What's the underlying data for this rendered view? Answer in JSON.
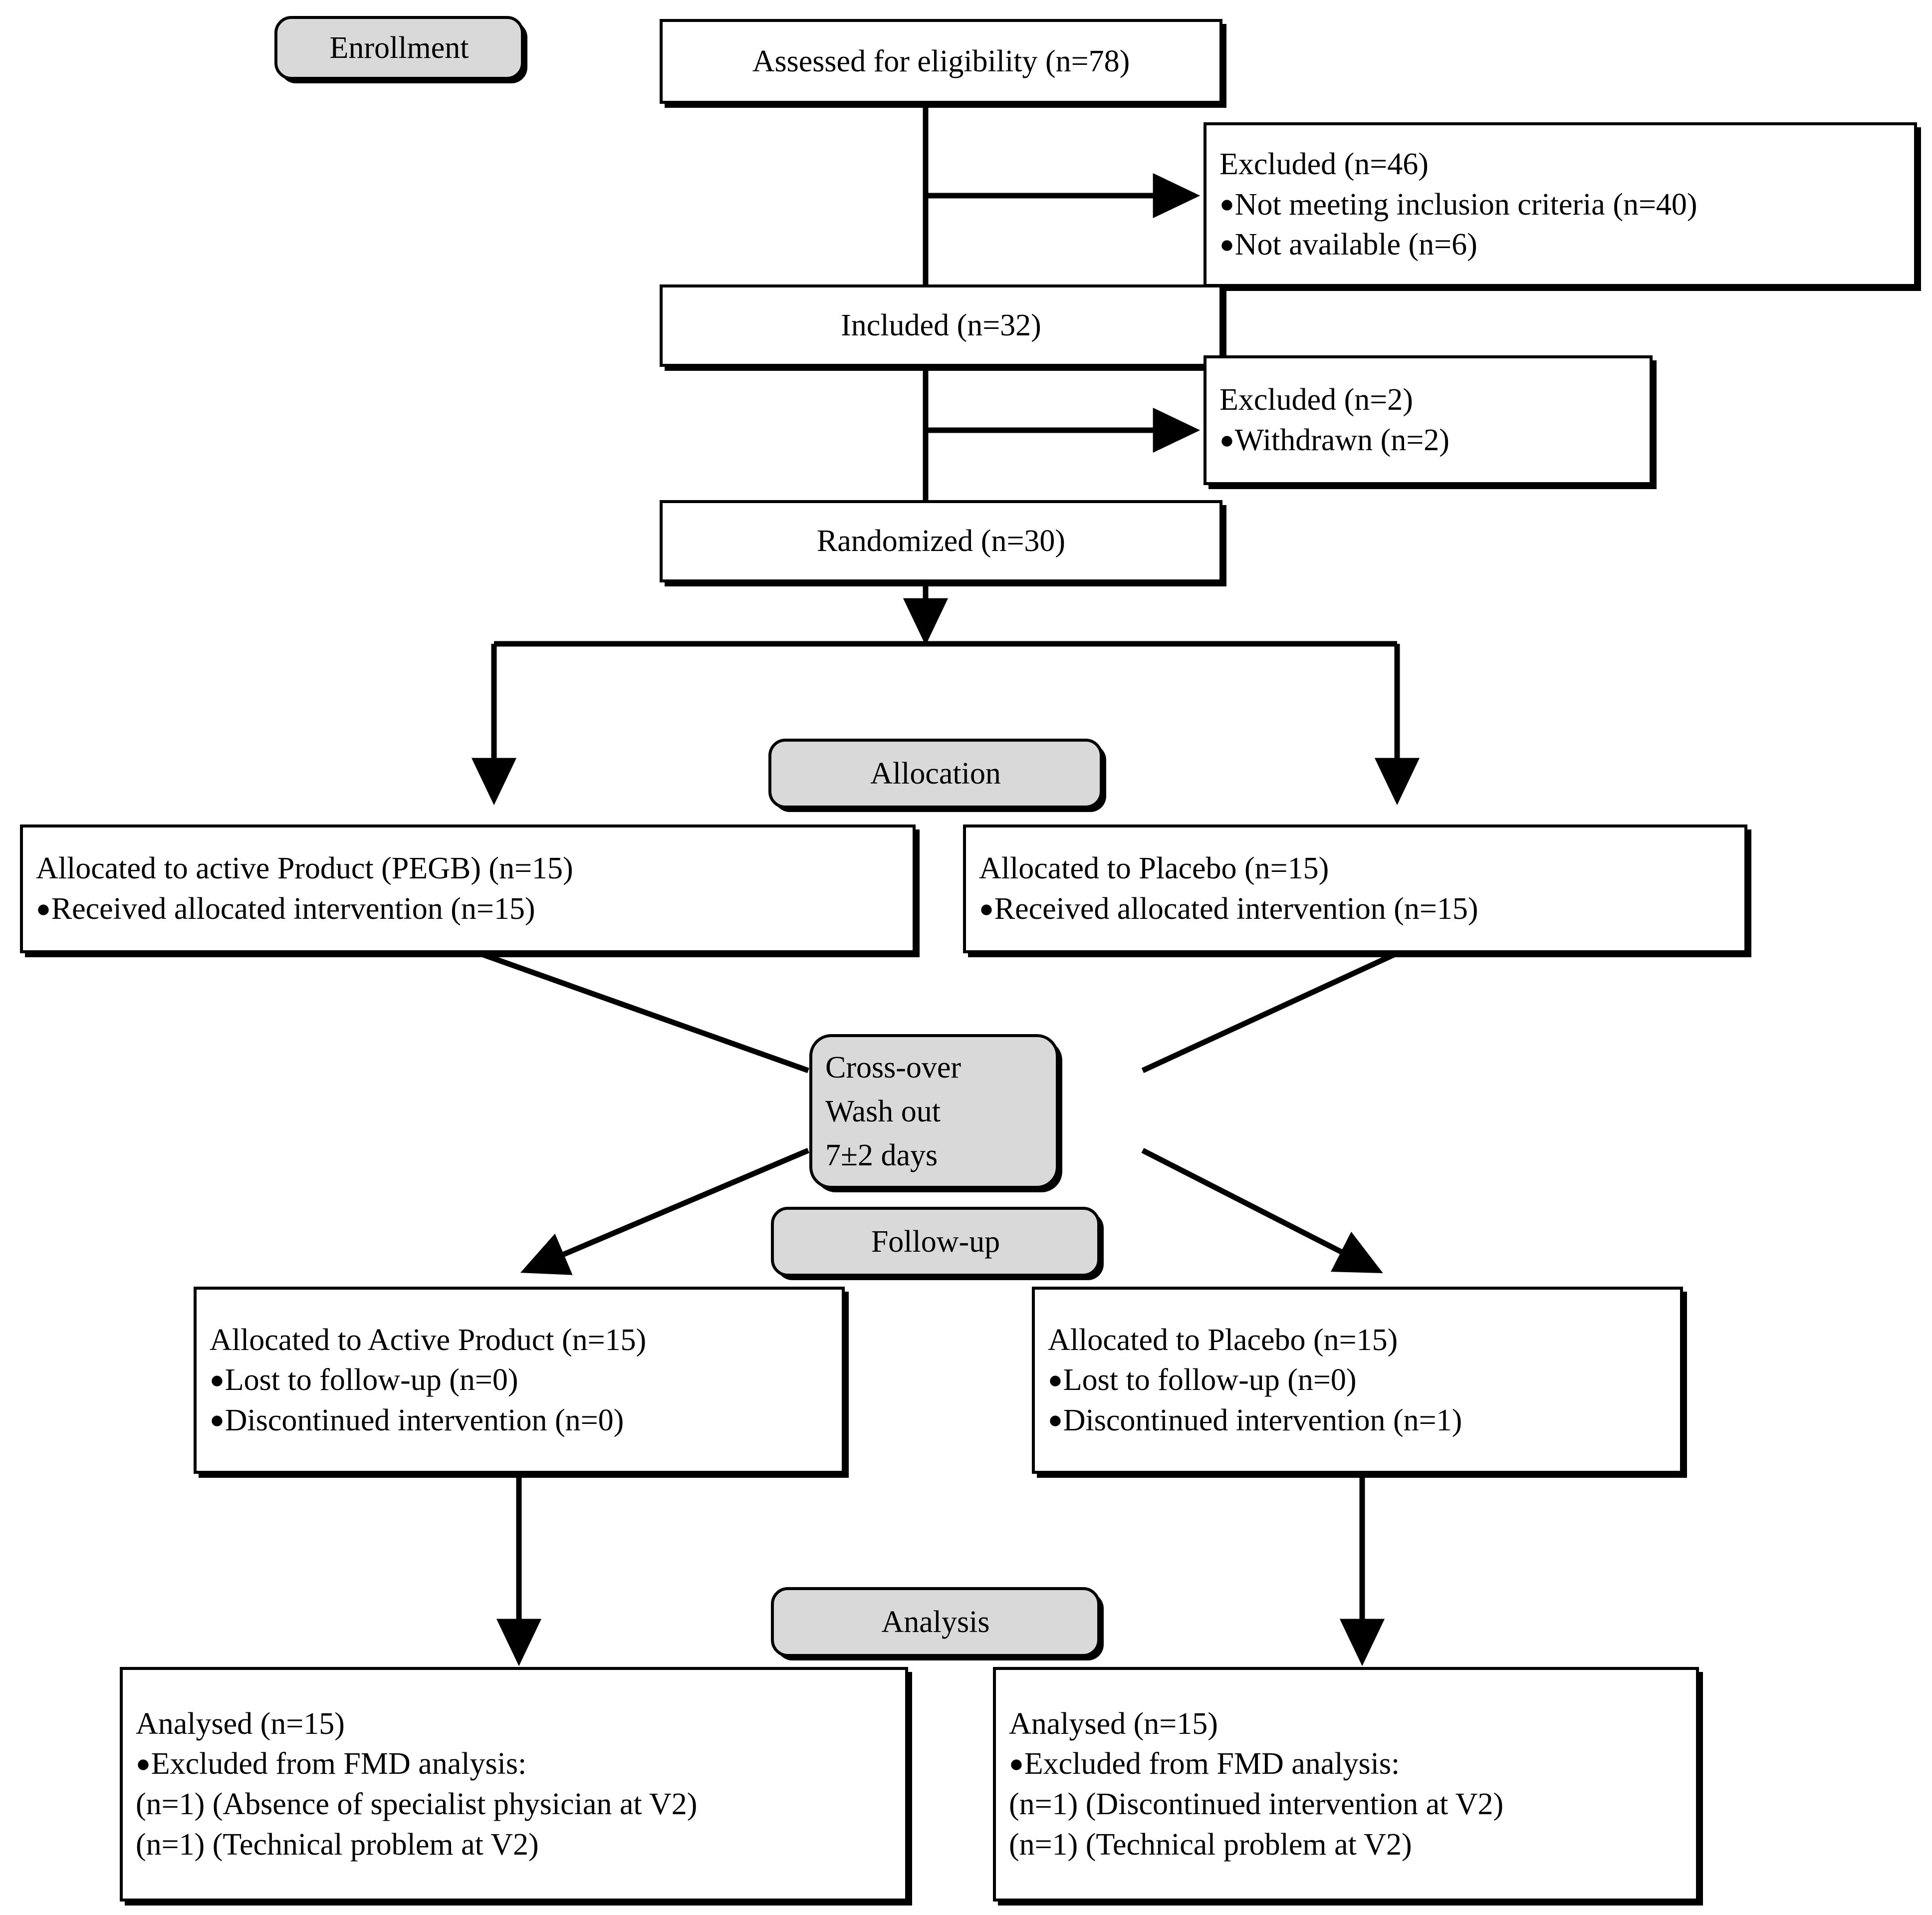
{
  "diagram": {
    "type": "consort-flow-diagram",
    "title": "CONSORT participant flow diagram (cross-over trial)",
    "stage_labels": [
      {
        "id": "enrollment",
        "text": "Enrollment"
      },
      {
        "id": "allocation",
        "text": "Allocation"
      },
      {
        "id": "followup",
        "text": "Follow-up"
      },
      {
        "id": "analysis",
        "text": "Analysis"
      }
    ],
    "crossover": {
      "id": "crossover",
      "lines": [
        "Cross-over",
        "Wash out",
        "7±2 days"
      ]
    },
    "nodes": {
      "assessed": {
        "id": "assessed",
        "lines": [
          "Assessed for eligibility (n=78)"
        ]
      },
      "excluded1": {
        "id": "excluded1",
        "heading": "Excluded (n=46)",
        "bullets": [
          "Not meeting inclusion criteria (n=40)",
          "Not available (n=6)"
        ]
      },
      "included": {
        "id": "included",
        "lines": [
          "Included (n=32)"
        ]
      },
      "excluded2": {
        "id": "excluded2",
        "heading": "Excluded (n=2)",
        "bullets": [
          "Withdrawn (n=2)"
        ]
      },
      "randomized": {
        "id": "randomized",
        "lines": [
          "Randomized (n=30)"
        ]
      },
      "alloc_active": {
        "id": "alloc-active",
        "heading": "Allocated to active Product (PEGB) (n=15)",
        "bullets": [
          "Received allocated intervention (n=15)"
        ]
      },
      "alloc_placebo": {
        "id": "alloc-placebo",
        "heading": "Allocated to Placebo (n=15)",
        "bullets": [
          "Received allocated intervention (n=15)"
        ]
      },
      "followup_active": {
        "id": "followup-active",
        "heading": "Allocated to Active Product (n=15)",
        "bullets": [
          "Lost to follow-up (n=0)",
          "Discontinued intervention (n=0)"
        ]
      },
      "followup_placebo": {
        "id": "followup-placebo",
        "heading": "Allocated to Placebo (n=15)",
        "bullets": [
          "Lost to follow-up (n=0)",
          "Discontinued intervention (n=1)"
        ]
      },
      "analysed_active": {
        "id": "analysed-active",
        "heading": "Analysed (n=15)",
        "bullets": [
          "Excluded from FMD analysis:"
        ],
        "extra_lines": [
          "(n=1) (Absence of specialist physician at V2)",
          "(n=1) (Technical problem at V2)"
        ]
      },
      "analysed_placebo": {
        "id": "analysed-placebo",
        "heading": "Analysed (n=15)",
        "bullets": [
          "Excluded from FMD analysis:"
        ],
        "extra_lines": [
          "(n=1) (Discontinued intervention at V2)",
          "(n=1) (Technical problem at V2)"
        ]
      }
    },
    "colors": {
      "stage_fill": "#d9d9d9",
      "box_fill": "#ffffff",
      "stroke": "#000000",
      "background": "#ffffff"
    },
    "counts": {
      "assessed_for_eligibility": 78,
      "excluded_first": 46,
      "not_meeting_inclusion_criteria": 40,
      "not_available": 6,
      "included": 32,
      "excluded_second": 2,
      "withdrawn": 2,
      "randomized": 30,
      "allocated_active": 15,
      "allocated_placebo": 15,
      "received_active": 15,
      "received_placebo": 15,
      "lost_followup_active": 0,
      "discontinued_active": 0,
      "lost_followup_placebo": 0,
      "discontinued_placebo": 1,
      "analysed_active": 15,
      "analysed_placebo": 15,
      "washout_days": 7,
      "washout_tolerance_days": 2
    }
  }
}
